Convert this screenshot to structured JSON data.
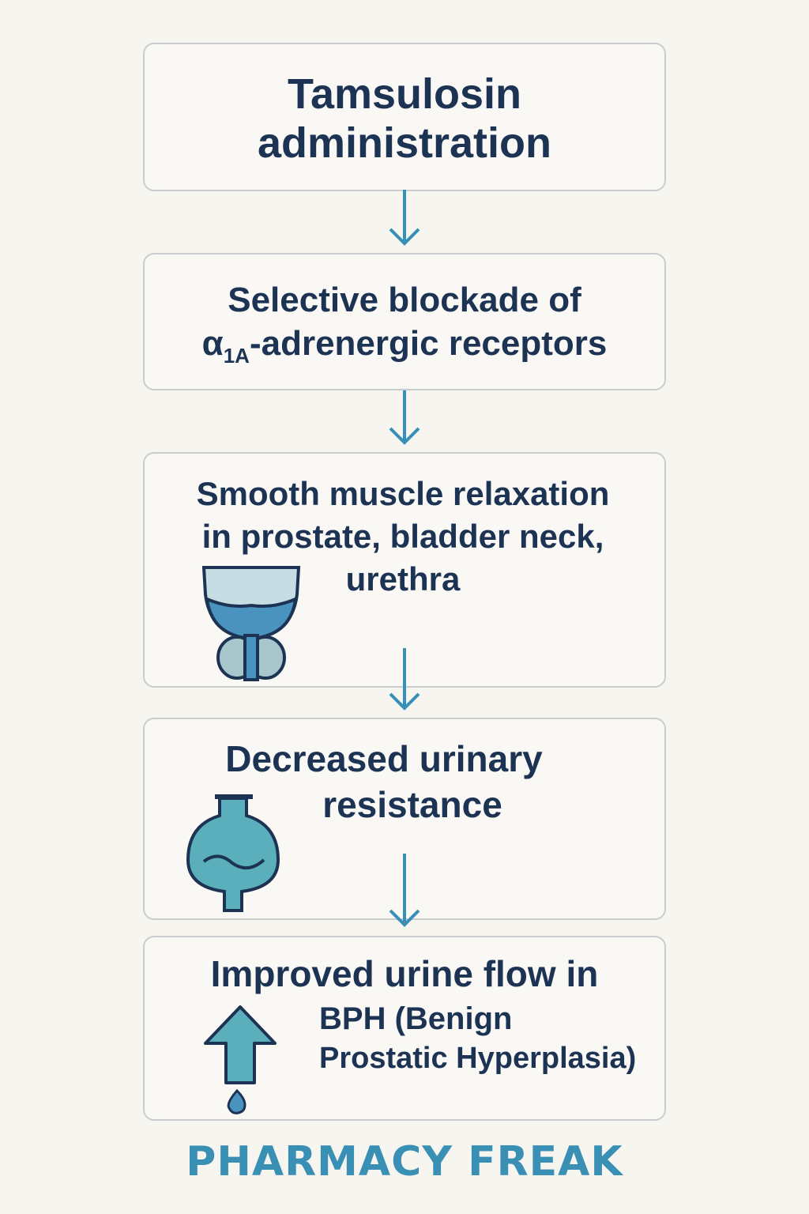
{
  "steps": [
    {
      "line1": "Tamsulosin",
      "line2": "administration"
    },
    {
      "line1": "Selective blockade of",
      "alpha": "α",
      "sub": "1A",
      "line2_rest": "-adrenergic receptors"
    },
    {
      "line1": "Smooth muscle relaxation",
      "line2": "in prostate, bladder neck,",
      "line3": "urethra",
      "icon": "bladder-prostate-icon"
    },
    {
      "line1": "Decreased urinary",
      "line2": "resistance",
      "icon": "flask-bladder-icon"
    },
    {
      "line1": "Improved urine flow in",
      "line2": "BPH (Benign",
      "line3": "Prostatic Hyperplasia)",
      "icon": "up-arrow-drop-icon"
    }
  ],
  "brand": "PHARMACY FREAK",
  "colors": {
    "text": "#1d3354",
    "accent": "#3a8fb5",
    "box_border": "#c9ccce",
    "background": "#f7f5f0"
  }
}
